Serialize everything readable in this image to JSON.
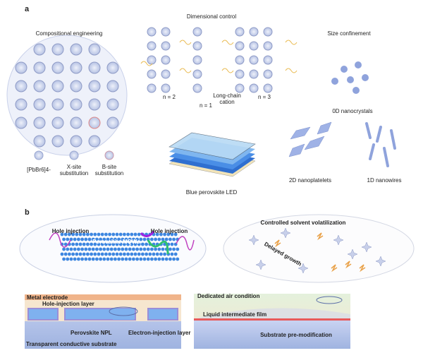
{
  "panel_a": {
    "label": "a",
    "compositional": {
      "title": "Compositional engineering",
      "unit_label": "[PbBr6]4-",
      "x_site": [
        "X-site",
        "substitution"
      ],
      "b_site": [
        "B-site",
        "substitution"
      ]
    },
    "dimensional": {
      "title": "Dimensional control",
      "n2": "n = 2",
      "n1": "n = 1",
      "n3": "n = 3",
      "cation": [
        "Long-chain",
        "cation"
      ]
    },
    "size": {
      "title": "Size confinement",
      "zero_d": "0D nanocrystals",
      "two_d": "2D nanoplatelets",
      "one_d": "1D nanowires"
    },
    "led_label": "Blue perovskite LED"
  },
  "panel_b": {
    "label": "b",
    "left_ellipse": {
      "hole1": "Hole injection",
      "hole2": "Hole injection",
      "mqw": "Perovskite MQWs"
    },
    "right_ellipse": {
      "title": "Controlled solvent volatilization",
      "growth": "Delayed growth"
    },
    "device": {
      "metal": "Metal electrode",
      "hil": "Hole-injection layer",
      "npl": "Perovskite NPL",
      "eil": "Electron-injection layer",
      "substrate": "Transparent conductive substrate"
    },
    "film": {
      "air": "Dedicated air condition",
      "liquid": "Liquid intermediate film",
      "premod": "Substrate pre-modification"
    }
  },
  "colors": {
    "octahedron": "#b8c4e6",
    "orange": "#e9a24a",
    "purple": "#c040c0",
    "metal": "#f0b48a",
    "substrate": "#a9bbe6"
  }
}
